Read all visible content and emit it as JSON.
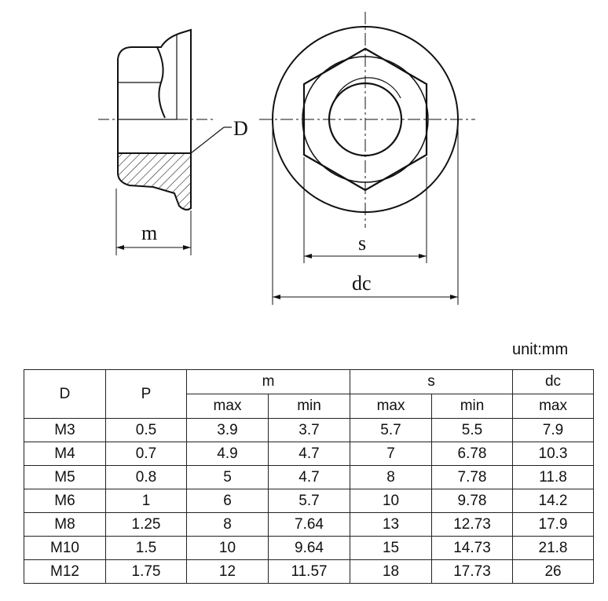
{
  "drawing": {
    "label_D": "D",
    "label_m": "m",
    "label_s": "s",
    "label_dc": "dc"
  },
  "unit_label": "unit:mm",
  "table": {
    "headers": {
      "D": "D",
      "P": "P",
      "m": "m",
      "s": "s",
      "dc": "dc",
      "max": "max",
      "min": "min"
    },
    "rows": [
      [
        "M3",
        "0.5",
        "3.9",
        "3.7",
        "5.7",
        "5.5",
        "7.9"
      ],
      [
        "M4",
        "0.7",
        "4.9",
        "4.7",
        "7",
        "6.78",
        "10.3"
      ],
      [
        "M5",
        "0.8",
        "5",
        "4.7",
        "8",
        "7.78",
        "11.8"
      ],
      [
        "M6",
        "1",
        "6",
        "5.7",
        "10",
        "9.78",
        "14.2"
      ],
      [
        "M8",
        "1.25",
        "8",
        "7.64",
        "13",
        "12.73",
        "17.9"
      ],
      [
        "M10",
        "1.5",
        "10",
        "9.64",
        "15",
        "14.73",
        "21.8"
      ],
      [
        "M12",
        "1.75",
        "12",
        "11.57",
        "18",
        "17.73",
        "26"
      ]
    ]
  }
}
